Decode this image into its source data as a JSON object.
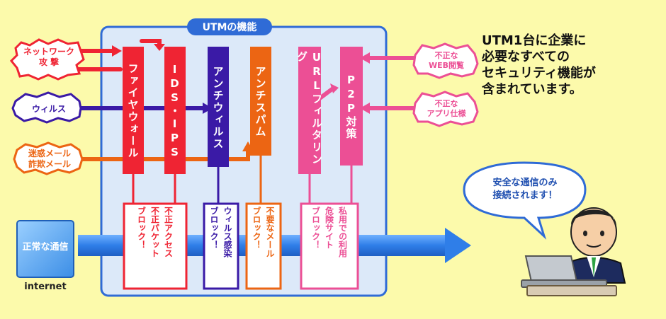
{
  "box_title": "UTMの機能",
  "threats": [
    {
      "line1": "ネットワーク",
      "line2": "攻 撃"
    },
    {
      "line1": "ウィルス",
      "line2": ""
    },
    {
      "line1": "迷惑メール",
      "line2": "詐欺メール"
    }
  ],
  "right_threats": [
    {
      "line1": "不正な",
      "line2": "WEB閲覧"
    },
    {
      "line1": "不正な",
      "line2": "アプリ仕様"
    }
  ],
  "functions": [
    {
      "name": "ファイヤウォール",
      "color": "#ef2433"
    },
    {
      "name": "IDS・IPS",
      "color": "#ef2433"
    },
    {
      "name": "アンチウィルス",
      "color": "#3a1aa6"
    },
    {
      "name": "アンチスパム",
      "color": "#ec6513"
    },
    {
      "name": "URLフィルタリング",
      "color": "#ec4f95"
    },
    {
      "name": "P2P対策",
      "color": "#ec4f95"
    }
  ],
  "descriptions": [
    {
      "lines": [
        "不正アクセス",
        "不正パケット",
        "ブロック！"
      ],
      "color": "#ef2433"
    },
    {
      "lines": [
        "ウィルス感染",
        "ブロック！"
      ],
      "color": "#3a1aa6"
    },
    {
      "lines": [
        "不要なメール",
        "ブロック！"
      ],
      "color": "#ec6513"
    },
    {
      "lines": [
        "私用での利用",
        "危険サイト",
        "ブロック！"
      ],
      "color": "#ec4f95"
    }
  ],
  "normal_traffic": "正常な通信",
  "internet_label": "internet",
  "headline": [
    "UTM1台に企業に",
    "必要なすべての",
    "セキュリティ機能が",
    "含まれています。"
  ],
  "speech": [
    "安全な通信のみ",
    "接続されます！"
  ],
  "colors": {
    "background": "#fcfaab",
    "panel": "#dce9f9",
    "panel_border": "#2f6bd6",
    "arrow_blue": "#2f7ee8"
  }
}
